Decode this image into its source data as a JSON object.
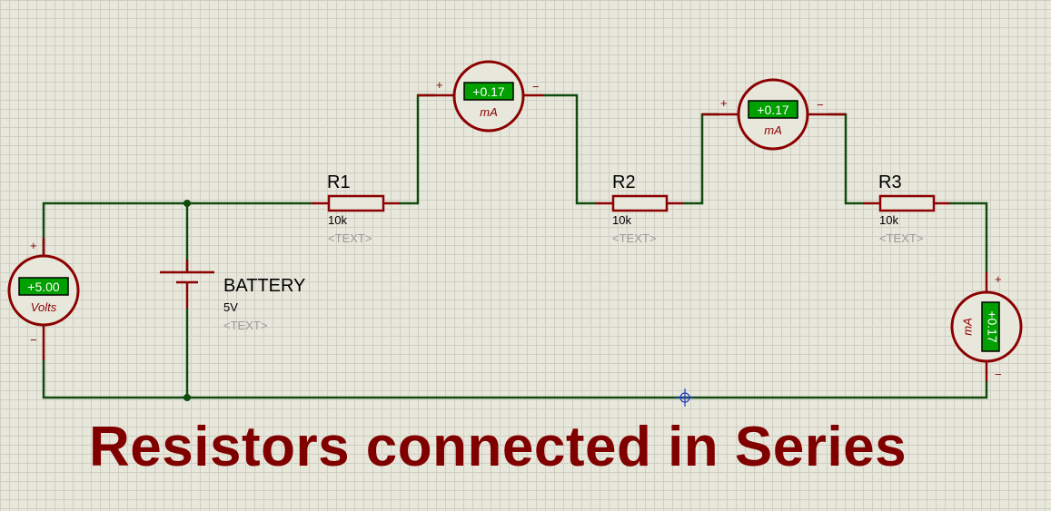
{
  "title": "Resistors connected in Series",
  "colors": {
    "wire": "#0f4a0f",
    "component": "#8b0000",
    "title": "#800000",
    "display": "#00a000"
  },
  "battery": {
    "ref": "BATTERY",
    "value": "5V",
    "text": "<TEXT>"
  },
  "resistors": [
    {
      "ref": "R1",
      "value": "10k",
      "text": "<TEXT>"
    },
    {
      "ref": "R2",
      "value": "10k",
      "text": "<TEXT>"
    },
    {
      "ref": "R3",
      "value": "10k",
      "text": "<TEXT>"
    }
  ],
  "voltmeter": {
    "reading": "+5.00",
    "unit": "Volts",
    "plus": "+",
    "minus": "−"
  },
  "ammeters": [
    {
      "reading": "+0.17",
      "unit": "mA",
      "plus": "+",
      "minus": "−"
    },
    {
      "reading": "+0.17",
      "unit": "mA",
      "plus": "+",
      "minus": "−"
    },
    {
      "reading": "+0.17",
      "unit": "mA",
      "plus": "+",
      "minus": "−"
    }
  ]
}
